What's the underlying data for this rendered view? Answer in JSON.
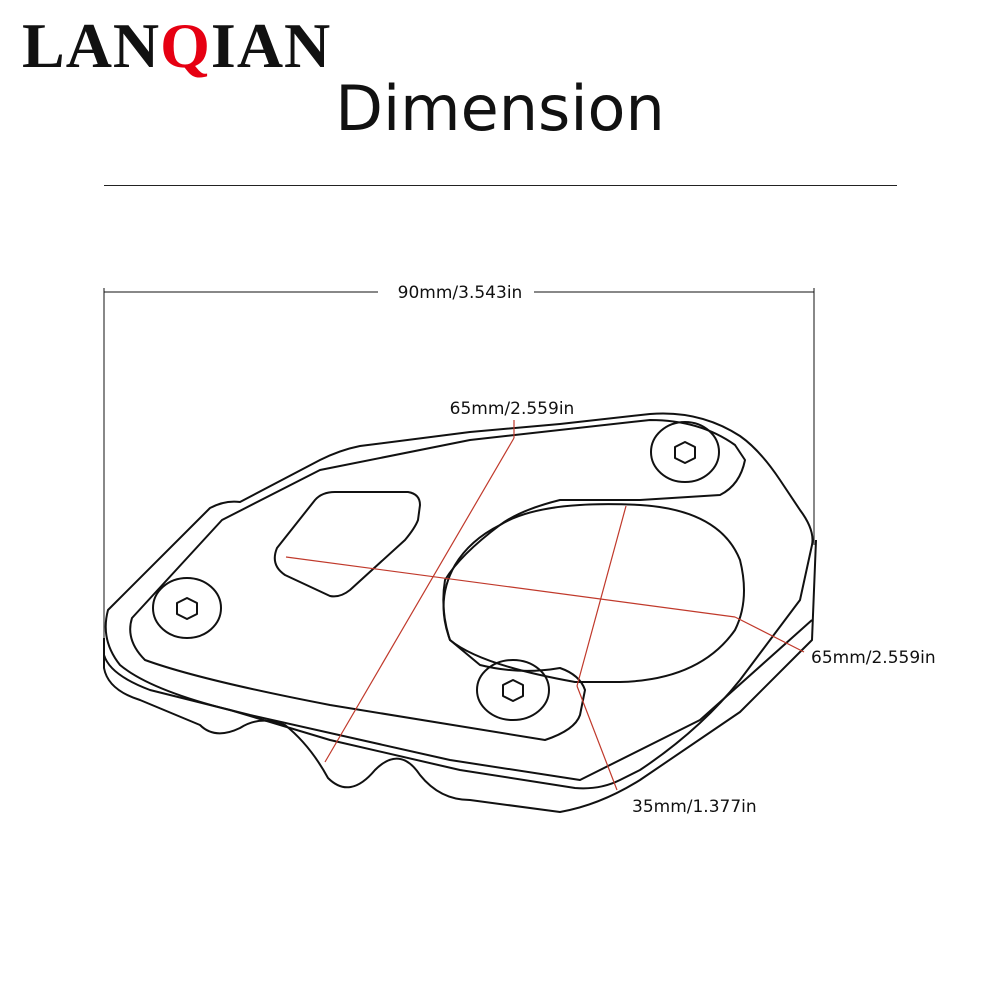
{
  "brand": {
    "part1": "LAN",
    "part2": "Q",
    "part3": "IAN",
    "accent_color": "#e60012"
  },
  "title": "Dimension",
  "dimensions": {
    "width": "90mm/3.543in",
    "diagonal_a": "65mm/2.559in",
    "diagonal_b": "65mm/2.559in",
    "thickness": "35mm/1.377in",
    "line_color": "#c0392b"
  }
}
